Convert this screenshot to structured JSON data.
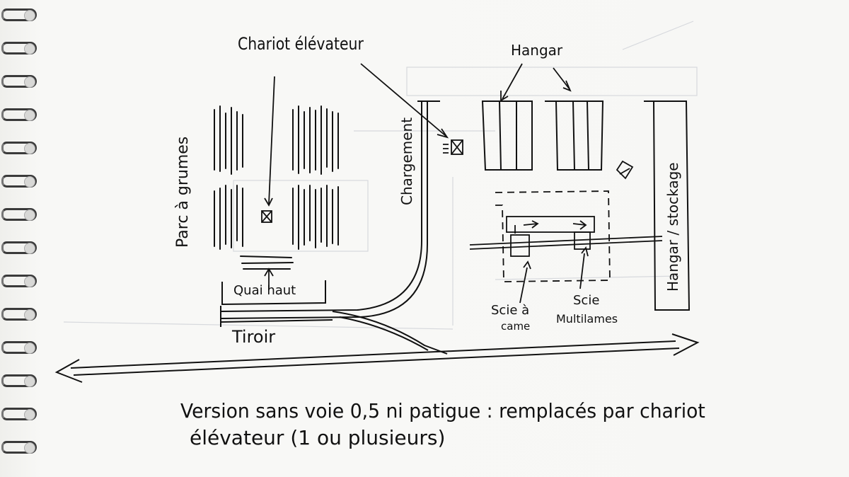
{
  "labels": {
    "chariot_elevateur": "Chariot élévateur",
    "hangar_top": "Hangar",
    "chargement": "Chargement",
    "parc_a_grumes": "Parc à grumes",
    "quai_haut": "Quai haut",
    "tiroir": "Tiroir",
    "scie_a_came_line1": "Scie à",
    "scie_a_came_line2": "came",
    "scie_multilames_line1": "Scie",
    "scie_multilames_line2": "Multilames",
    "hangar_stockage": "Hangar / stockage"
  },
  "caption": {
    "line1": "Version sans voie 0,5 ni patigue : remplacés par chariot",
    "line2": "élévateur (1 ou plusieurs)"
  },
  "colors": {
    "ink": "#111111",
    "paper": "#f7f7f5",
    "ghost": "#c9ccd3"
  }
}
